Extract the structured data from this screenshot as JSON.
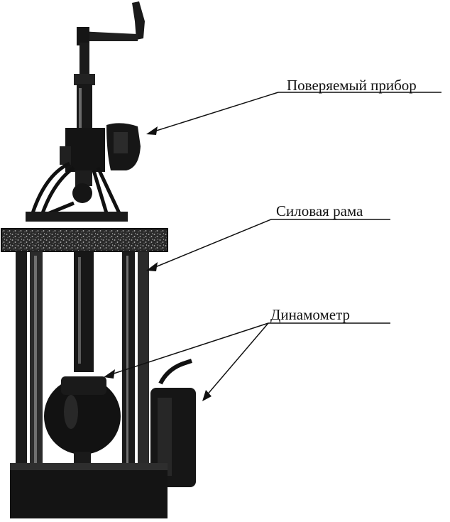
{
  "labels": {
    "device": "Поверяемый прибор",
    "frame": "Силовая рама",
    "dynamometer": "Динамометр"
  },
  "colors": {
    "ink": "#111111",
    "dark": "#1c1c1c",
    "mid": "#3a3a3a",
    "paper": "#ffffff"
  }
}
